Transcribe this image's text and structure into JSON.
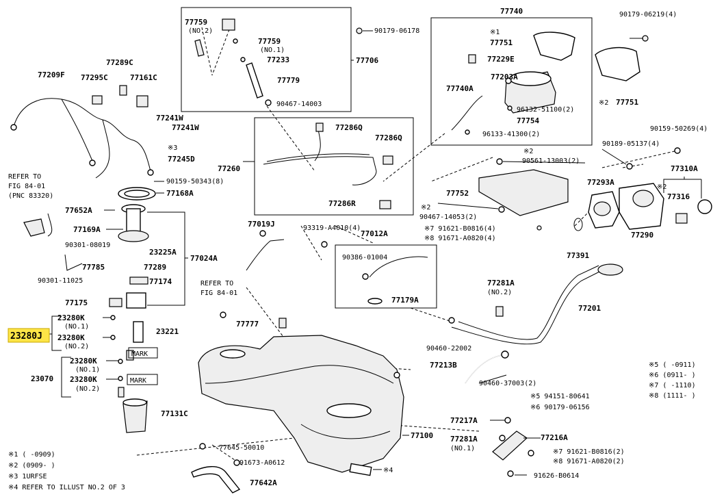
{
  "labels": {
    "p77759_no2": "77759",
    "p77759_no2_sub": "(NO.2)",
    "p77759_no1": "77759",
    "p77759_no1_sub": "(NO.1)",
    "p77233": "77233",
    "p77779": "77779",
    "p90467_14003": "90467-14003",
    "p90179_06178": "90179-06178",
    "p77706": "77706",
    "p77740": "77740",
    "p77751a": "77751",
    "p77751a_mark": "※1",
    "p77229e": "77229E",
    "p77203a": "77203A",
    "p77740a": "77740A",
    "p96132": "96132-51100(2)",
    "p77754": "77754",
    "p96133": "96133-41300(2)",
    "p90179_06219": "90179-06219(4)",
    "p77751b": "77751",
    "p77751b_mark": "※2",
    "p77209f": "77209F",
    "p77289c": "77289C",
    "p77295c": "77295C",
    "p77161c": "77161C",
    "p77241w1": "77241W",
    "p77241w2": "77241W",
    "p77245d": "77245D",
    "p77245d_mark": "※3",
    "p90159_50343": "90159-50343(8)",
    "p77168a": "77168A",
    "refer1_l1": "REFER TO",
    "refer1_l2": "FIG 84-01",
    "refer1_l3": "(PNC 83320)",
    "p77652a": "77652A",
    "p77169a": "77169A",
    "p90301_08019": "90301-08019",
    "p23225a": "23225A",
    "p77024a": "77024A",
    "p77785": "77785",
    "p77289": "77289",
    "p90301_11025": "90301-11025",
    "p77174": "77174",
    "p77175": "77175",
    "p23280k1": "23280K",
    "p23280k1_sub": "(NO.1)",
    "p23280k2": "23280K",
    "p23280k2_sub": "(NO.2)",
    "p23280j": "23280J",
    "p23221": "23221",
    "mark1": "MARK",
    "p23070": "23070",
    "p23280k3": "23280K",
    "p23280k3_sub": "(NO.1)",
    "p23280k4": "23280K",
    "p23280k4_sub": "(NO.2)",
    "mark2": "MARK",
    "p77131c": "77131C",
    "p77286q1": "77286Q",
    "p77286q2": "77286Q",
    "p77260": "77260",
    "p77286r": "77286R",
    "p77019j": "77019J",
    "p93319": "93319-A4010(4)",
    "p77012a": "77012A",
    "p90386": "90386-01004",
    "p77179a": "77179A",
    "refer2_l1": "REFER TO",
    "refer2_l2": "FIG 84-01",
    "p77777": "77777",
    "p90561": "90561-13003(2)",
    "p90561_mark": "※2",
    "p77752": "77752",
    "p90467_14053": "90467-14053(2)",
    "p90467_14053_mark": "※2",
    "p91621_b0816a": "※7 91621-B0816(4)",
    "p91671_a0820a": "※8 91671-A0820(4)",
    "p90159_50269": "90159-50269(4)",
    "p90189_05137": "90189-05137(4)",
    "p77310a": "77310A",
    "p77293a": "77293A",
    "p77316": "77316",
    "p77316_mark": "※2",
    "p77290": "77290",
    "p77391": "77391",
    "p77281a2": "77281A",
    "p77281a2_sub": "(NO.2)",
    "p77201": "77201",
    "p90460_22002": "90460-22002",
    "p77213b": "77213B",
    "p90460_37003": "90460-37003(2)",
    "p594151": "※5 94151-80641",
    "p690179": "※6 90179-06156",
    "p77217a": "77217A",
    "p77216a": "77216A",
    "p77100": "77100",
    "p77281a1": "77281A",
    "p77281a1_sub": "(NO.1)",
    "p91621_b0816b": "※7 91621-B0816(2)",
    "p91671_a0820b": "※8 91671-A0820(2)",
    "p91626": "91626-B0614",
    "p77645": "77645-50010",
    "p91673": "91673-A0612",
    "p77642a": "77642A",
    "p_x4": "※4"
  },
  "notes_left": [
    "※1 (      -0909)",
    "※2 (0909-      )",
    "※3 1URFSE",
    "※4 REFER TO ILLUST NO.2 OF 3"
  ],
  "notes_right": [
    "※5 (    -0911)",
    "※6 (0911-    )",
    "※7 (    -1110)",
    "※8 (1111-    )"
  ],
  "colors": {
    "highlight": "#fde547"
  },
  "highlighted_part": "23280J"
}
